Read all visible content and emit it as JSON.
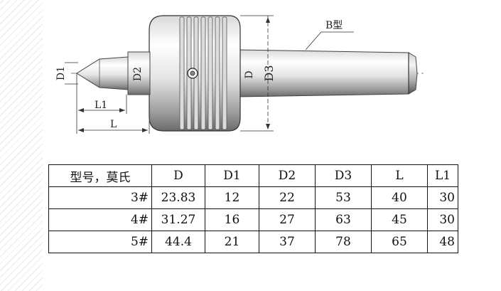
{
  "drawing": {
    "labels": {
      "b_type": "B型",
      "d": "D",
      "d1": "D1",
      "d2": "D2",
      "d3": "D3",
      "l": "L",
      "l1": "L1"
    }
  },
  "table": {
    "headers": [
      "型号，莫氏",
      "D",
      "D1",
      "D2",
      "D3",
      "L",
      "L1"
    ],
    "rows": [
      [
        "3#",
        "23.83",
        "12",
        "22",
        "53",
        "40",
        "30"
      ],
      [
        "4#",
        "31.27",
        "16",
        "27",
        "63",
        "45",
        "30"
      ],
      [
        "5#",
        "44.4",
        "21",
        "37",
        "78",
        "65",
        "48"
      ]
    ]
  }
}
